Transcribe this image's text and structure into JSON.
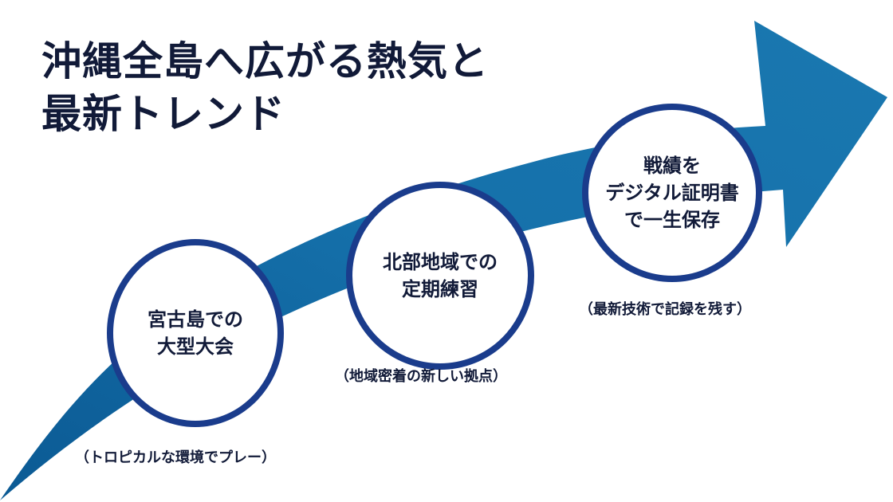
{
  "title": {
    "line1": "沖縄全島へ広がる熱気と",
    "line2": "最新トレンド"
  },
  "steps": [
    {
      "line1": "宮古島での",
      "line2": "大型大会",
      "caption": "（トロピカルな環境でプレー）"
    },
    {
      "line1": "北部地域での",
      "line2": "定期練習",
      "caption": "（地域密着の新しい拠点）"
    },
    {
      "line1": "戦績を",
      "line2": "デジタル証明書",
      "line3": "で一生保存",
      "caption": "（最新技術で記録を残す）"
    }
  ],
  "colors": {
    "arrow_dark": "#0b5a94",
    "arrow_light": "#1a78b0",
    "ring": "#1a3c8c",
    "text": "#111a38"
  }
}
